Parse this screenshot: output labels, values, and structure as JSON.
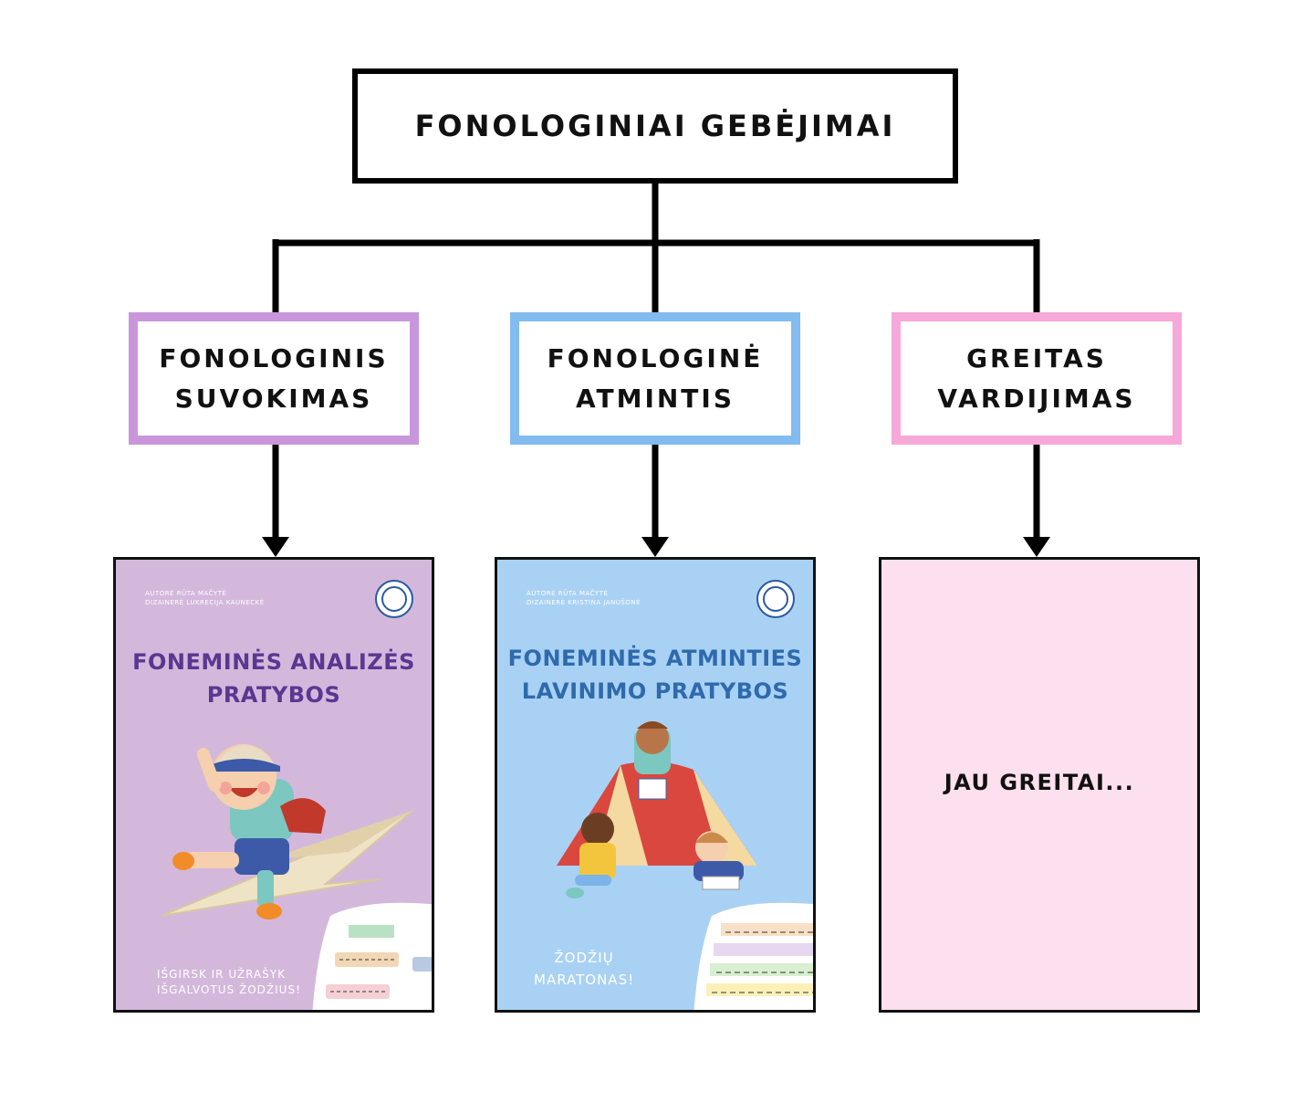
{
  "root": {
    "label": "FONOLOGINIAI GEBĖJIMAI"
  },
  "branches": [
    {
      "line1": "FONOLOGINIS",
      "line2": "SUVOKIMAS",
      "color": "#c996dc"
    },
    {
      "line1": "FONOLOGINĖ",
      "line2": "ATMINTIS",
      "color": "#82bbef"
    },
    {
      "line1": "GREITAS",
      "line2": "VARDIJIMAS",
      "color": "#f6a8d8"
    }
  ],
  "covers": [
    {
      "credit_author": "AUTORĖ  RŪTA MAČYTĖ",
      "credit_designer": "DIZAINERĖ  LUKRECIJA KAUNECKĖ",
      "title_line1": "FONEMINĖS ANALIZĖS",
      "title_line2": "PRATYBOS",
      "subtitle_line1": "IŠGIRSK IR UŽRAŠYK",
      "subtitle_line2": "IŠGALVOTUS ŽODŽIUS!",
      "background": "#d3b8dc",
      "title_color": "#5a3790"
    },
    {
      "credit_author": "AUTORĖ  RŪTA MAČYTĖ",
      "credit_designer": "DIZAINERĖ  KRISTINA JANUŠONĖ",
      "title_line1": "FONEMINĖS ATMINTIES",
      "title_line2": "LAVINIMO PRATYBOS",
      "subtitle_line1": "ŽODŽIŲ",
      "subtitle_line2": "MARATONAS!",
      "background": "#a9d1f3",
      "title_color": "#2e6aad"
    },
    {
      "text": "JAU GREITAI...",
      "background": "#fde0ef"
    }
  ]
}
